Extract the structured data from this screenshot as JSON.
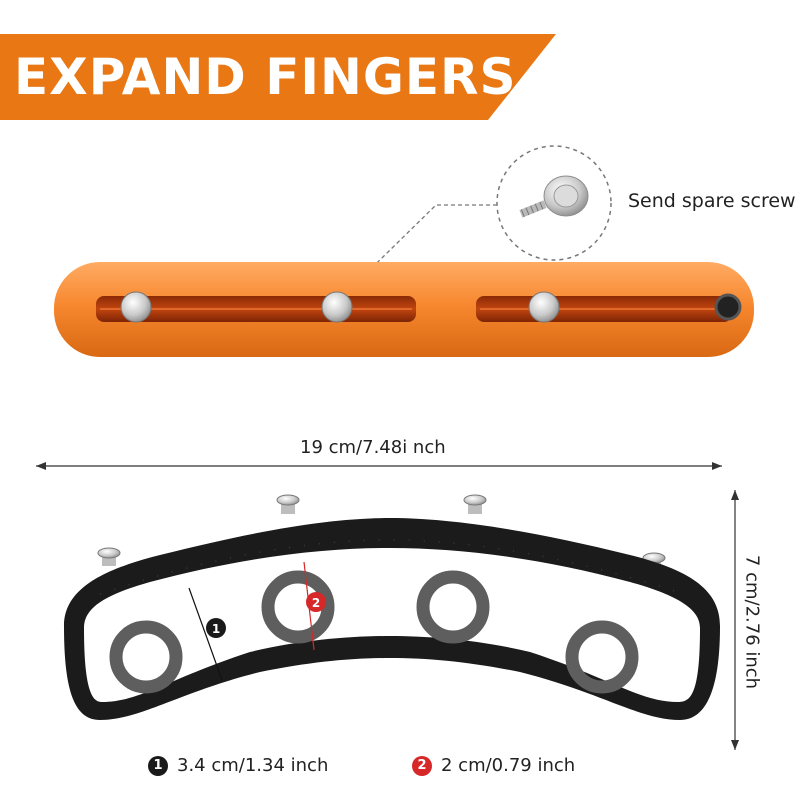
{
  "banner": {
    "title": "EXPAND FINGERS"
  },
  "callout": {
    "label": "Send spare screw"
  },
  "dimensions": {
    "width": "19 cm/7.48i nch",
    "height": "7 cm/2.76 inch"
  },
  "markers": [
    {
      "number": "1",
      "text": "3.4 cm/1.34 inch",
      "color": "#1a1a1a"
    },
    {
      "number": "2",
      "text": "2 cm/0.79 inch",
      "color": "#d62828"
    }
  ],
  "colors": {
    "accent": "#e87714",
    "bar": "#f7882f",
    "device": "#1b1b1b",
    "ring": "#5e5e5e"
  },
  "icons": [
    "thumbscrew-icon",
    "screw-knob-icon"
  ]
}
